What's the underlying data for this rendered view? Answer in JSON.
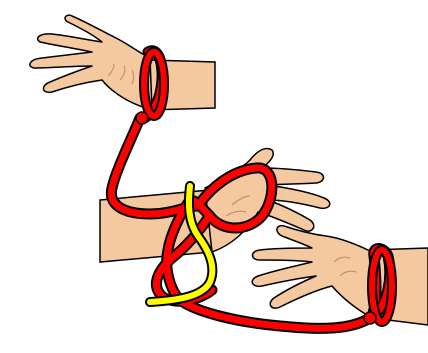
{
  "illustration": {
    "colors": {
      "background": "#ffffff",
      "skin": "#f4c9a0",
      "skin_shade": "#e0a878",
      "outline": "#000000",
      "red_rope": "#ff0000",
      "yellow_rope": "#ffff00"
    },
    "elements": {
      "top_left_hand": "hand-with-red-loop",
      "middle_hand": "hand-with-red-loop",
      "bottom_right_hand": "hand-with-red-loop",
      "red_rope": "rope",
      "yellow_rope": "rope"
    }
  }
}
